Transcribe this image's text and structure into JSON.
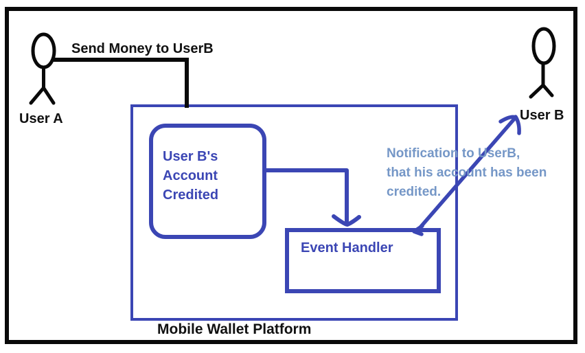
{
  "diagram": {
    "type": "flow-diagram",
    "colors": {
      "border_black": "#0a0a0a",
      "primary_blue": "#3b46b4",
      "notification_blue": "#7597c7"
    },
    "actor_a": {
      "label": "User A"
    },
    "actor_b": {
      "label": "User B"
    },
    "send_money_label": "Send Money to UserB",
    "platform": {
      "label": "Mobile Wallet Platform",
      "account_box_label": "User B's\nAccount\nCredited",
      "event_handler_label": "Event Handler"
    },
    "notification_label": "Notification to UserB,\nthat his account has been\ncredited."
  }
}
